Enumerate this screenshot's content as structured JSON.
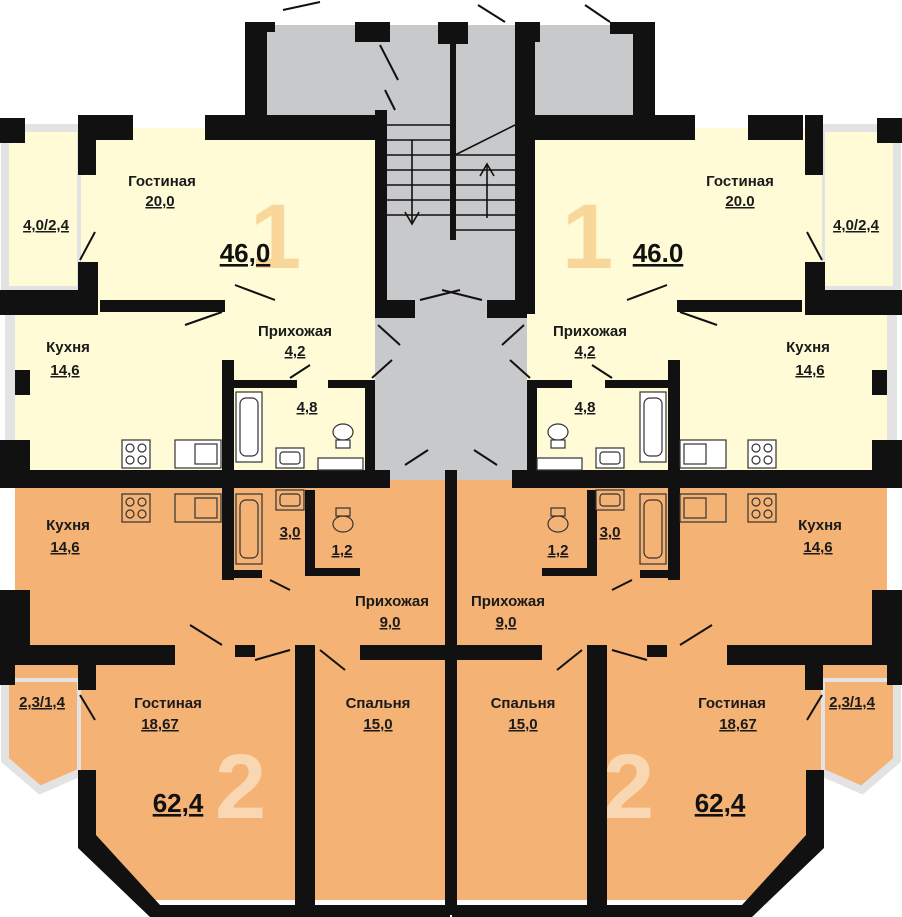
{
  "colors": {
    "apt1_fill": "#fefbd6",
    "apt2_fill": "#f5b275",
    "stair_fill": "#c8c9cb",
    "balcony_outline": "#e3e3e4",
    "wall": "#111111",
    "number1": "#f9d79b",
    "number2": "#f9d7b3"
  },
  "apartments": [
    {
      "id": "1-left",
      "number": "1",
      "total": "46,0",
      "rooms": [
        {
          "name": "Гостиная",
          "area": "20,0"
        },
        {
          "name": "",
          "area": "4,0/2,4"
        },
        {
          "name": "Кухня",
          "area": "14,6"
        },
        {
          "name": "Прихожая",
          "area": "4,2"
        },
        {
          "name": "",
          "area": "4,8"
        }
      ]
    },
    {
      "id": "1-right",
      "number": "1",
      "total": "46.0",
      "rooms": [
        {
          "name": "Гостиная",
          "area": "20.0"
        },
        {
          "name": "",
          "area": "4,0/2,4"
        },
        {
          "name": "Кухня",
          "area": "14,6"
        },
        {
          "name": "Прихожая",
          "area": "4,2"
        },
        {
          "name": "",
          "area": "4,8"
        }
      ]
    },
    {
      "id": "2-left",
      "number": "2",
      "total": "62,4",
      "rooms": [
        {
          "name": "Кухня",
          "area": "14,6"
        },
        {
          "name": "",
          "area": "3,0"
        },
        {
          "name": "",
          "area": "1,2"
        },
        {
          "name": "Прихожая",
          "area": "9,0"
        },
        {
          "name": "Гостиная",
          "area": "18,67"
        },
        {
          "name": "",
          "area": "2,3/1,4"
        },
        {
          "name": "Спальня",
          "area": "15,0"
        }
      ]
    },
    {
      "id": "2-right",
      "number": "2",
      "total": "62,4",
      "rooms": [
        {
          "name": "Кухня",
          "area": "14,6"
        },
        {
          "name": "",
          "area": "3,0"
        },
        {
          "name": "",
          "area": "1,2"
        },
        {
          "name": "Прихожая",
          "area": "9,0"
        },
        {
          "name": "Гостиная",
          "area": "18,67"
        },
        {
          "name": "",
          "area": "2,3/1,4"
        },
        {
          "name": "Спальня",
          "area": "15,0"
        }
      ]
    }
  ]
}
